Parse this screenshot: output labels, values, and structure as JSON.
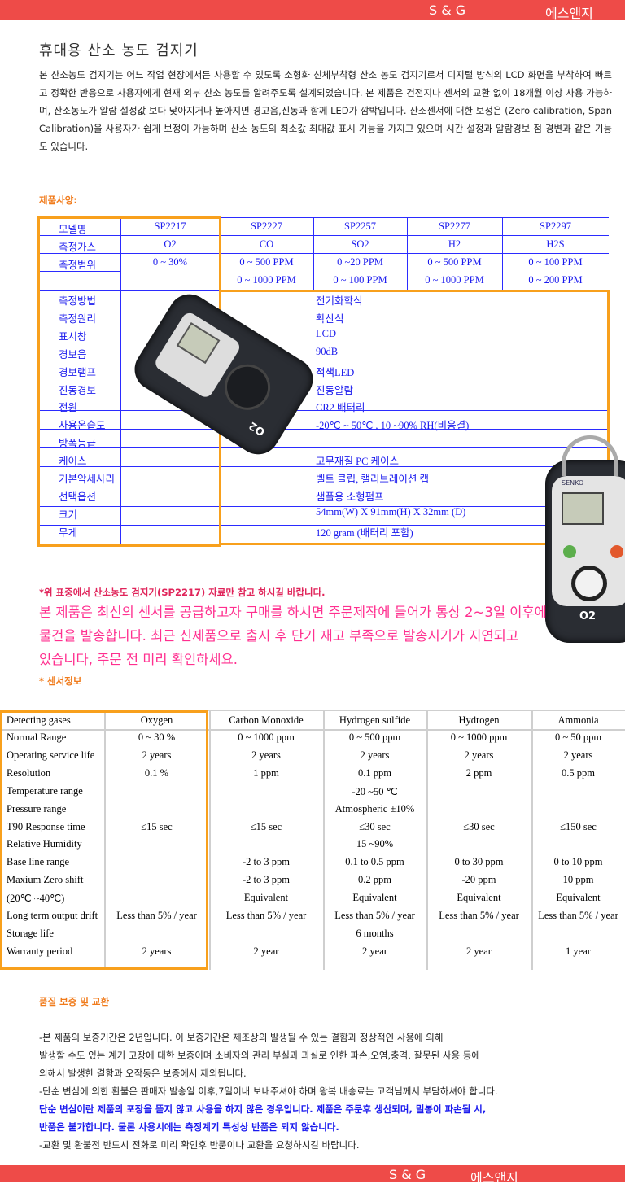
{
  "banner": {
    "brand": "S & G",
    "brand_kr": "에스앤지"
  },
  "title": "휴대용 산소 농도 검지기",
  "intro": "본 산소농도 검지기는 어느 작업 현장에서든 사용할 수 있도록 소형화 신체부착형 산소 농도 검지기로서 디지털 방식의 LCD 화면을 부착하여 빠르고 정확한 반응으로 사용자에게 현재 외부 산소 농도를 알려주도록 설계되었습니다. 본 제품은 건전지나 센서의 교환 없이 18개월 이상 사용 가능하며, 산소농도가 알람 설정값 보다 낮아지거나 높아지면 경고음,진동과 함께 LED가 깜박입니다. 산소센서에 대한 보정은 (Zero calibration, Span Calibration)을 사용자가 쉽게 보정이 가능하며 산소 농도의 최소값 최대값 표시 기능을 가지고 있으며 시간 설정과 알람경보 점 경변과 같은 기능도 있습니다.",
  "spec_heading": "제품사양:",
  "spec_table": {
    "header_rows": [
      {
        "label": "모델명",
        "values": [
          "SP2217",
          "SP2227",
          "SP2257",
          "SP2277",
          "SP2297"
        ]
      },
      {
        "label": "측정가스",
        "values": [
          "O2",
          "CO",
          "SO2",
          "H2",
          "H2S"
        ]
      },
      {
        "label": "측정범위",
        "values": [
          "0 ~ 30%",
          "0 ~ 500 PPM",
          "0 ~20 PPM",
          "0 ~ 500 PPM",
          "0 ~ 100 PPM"
        ]
      },
      {
        "label": "",
        "values": [
          "",
          "0 ~ 1000 PPM",
          "0 ~ 100 PPM",
          "0 ~ 1000 PPM",
          "0 ~ 200 PPM"
        ]
      }
    ],
    "spec_rows": [
      {
        "label": "측정방법",
        "value": "전기화학식"
      },
      {
        "label": "측정원리",
        "value": "확산식"
      },
      {
        "label": "표시창",
        "value": "LCD"
      },
      {
        "label": "경보음",
        "value": "90dB"
      },
      {
        "label": "경보램프",
        "value": "적색LED"
      },
      {
        "label": "진동경보",
        "value": "진동알람"
      },
      {
        "label": "전원",
        "value": "CR2 배터리"
      },
      {
        "label": "사용온습도",
        "value": "-20℃ ~ 50℃ , 10  ~90% RH(비응결)"
      },
      {
        "label": "방폭등급",
        "value": ""
      },
      {
        "label": "케이스",
        "value": "고무재질 PC 케이스"
      },
      {
        "label": "기본악세사리",
        "value": "벨트 클립, 캘리브레이션 캡"
      },
      {
        "label": "선택옵션",
        "value": "샘플용 소형펌프"
      },
      {
        "label": "크기",
        "value": "54mm(W) X 91mm(H) X 32mm (D)"
      },
      {
        "label": "무게",
        "value": "120 gram (배터리 포함)"
      }
    ]
  },
  "device_labels": {
    "brand": "SENKO",
    "model": "O2"
  },
  "note": "*위 표중에서 산소농도 검지기(SP2217) 자료만 참고 하시길 바랍니다.",
  "notice_lines": [
    "본 제품은 최신의 센서를 공급하고자 구매를 하시면 주문제작에 들어가 통상 2~3일 이후에",
    "물건을 발송합니다. 최근 신제품으로 출시 후 단기 재고 부족으로 발송시기가 지연되고",
    "있습니다, 주문 전 미리 확인하세요."
  ],
  "sensor_heading": "*  센서정보",
  "sensor_table": {
    "columns": [
      "Detecting gases",
      "Oxygen",
      "Carbon Monoxide",
      "Hydrogen sulfide",
      "Hydrogen",
      "Ammonia"
    ],
    "rows": [
      [
        "Normal Range",
        "0  ~ 30 %",
        "0 ~ 1000 ppm",
        "0 ~ 500 ppm",
        "0 ~ 1000 ppm",
        "0 ~ 50 ppm"
      ],
      [
        "Operating service life",
        "2  years",
        "2 years",
        "2 years",
        "2 years",
        "2 years"
      ],
      [
        "Resolution",
        "0.1 %",
        "1 ppm",
        "0.1 ppm",
        "2 ppm",
        "0.5 ppm"
      ],
      [
        "Temperature range",
        "",
        "",
        "-20 ~50 ℃",
        "",
        ""
      ],
      [
        "Pressure range",
        "",
        "",
        "Atmospheric  ±10%",
        "",
        ""
      ],
      [
        "T90 Response time",
        "≤15 sec",
        "≤15 sec",
        "≤30 sec",
        "≤30 sec",
        "≤150 sec"
      ],
      [
        "Relative Humidity",
        "",
        "",
        "15 ~90%",
        "",
        ""
      ],
      [
        "Base line range",
        "",
        "-2 to 3 ppm",
        "0.1 to  0.5 ppm",
        "0 to 30 ppm",
        "0 to 10 ppm"
      ],
      [
        "Maxium Zero shift",
        "",
        "-2 to 3 ppm",
        "0.2 ppm",
        "-20 ppm",
        "10 ppm"
      ],
      [
        "(20℃ ~40℃)",
        "",
        "Equivalent",
        "Equivalent",
        "Equivalent",
        "Equivalent"
      ],
      [
        "Long term output drift",
        "Less than 5% / year",
        "Less than 5% / year",
        "Less than 5% / year",
        "Less than 5% / year",
        "Less than 5% / year"
      ],
      [
        "Storage life",
        "",
        "",
        "6 months",
        "",
        ""
      ],
      [
        "Warranty period",
        "2 years",
        "2 year",
        "2 year",
        "2 year",
        "1 year"
      ]
    ]
  },
  "warranty_heading": "품질 보증 및 교환",
  "warranty_lines": [
    {
      "text": "-본 제품의 보증기간은 2년입니다. 이 보증기간은 제조상의 발생될 수 있는 결함과 정상적인 사용에 의해",
      "color": "#222"
    },
    {
      "text": "발생할 수도 있는 계기 고장에 대한 보증이며 소비자의 관리 부실과 과실로 인한 파손,오염,충격, 잘못된 사용 등에",
      "color": "#222"
    },
    {
      "text": "의해서 발생한 결함과 오작동은 보증에서 제외됩니다.",
      "color": "#222"
    },
    {
      "text": "-단순 변심에 의한 환불은 판매자 발송일 이후,7일이내 보내주셔야 하며 왕복 배송료는 고객님께서 부담하셔야 합니다.",
      "color": "#222"
    },
    {
      "text": " 단순 변심이란 제품의 포장을 뜯지 않고 사용을 하지 않은 경우입니다. 제품은 주문후  생산되며, 밀봉이 파손될 시,",
      "color": "#1a1aee"
    },
    {
      "text": " 반품은 불가합니다. 물론 사용시에는 측정계기 특성상 반품은 되지 않습니다.",
      "color": "#1a1aee"
    },
    {
      "text": "-교환 및 환불전 반드시 전화로 미리 확인후 반품이나 교환을 요청하시길 바랍니다.",
      "color": "#222"
    }
  ]
}
